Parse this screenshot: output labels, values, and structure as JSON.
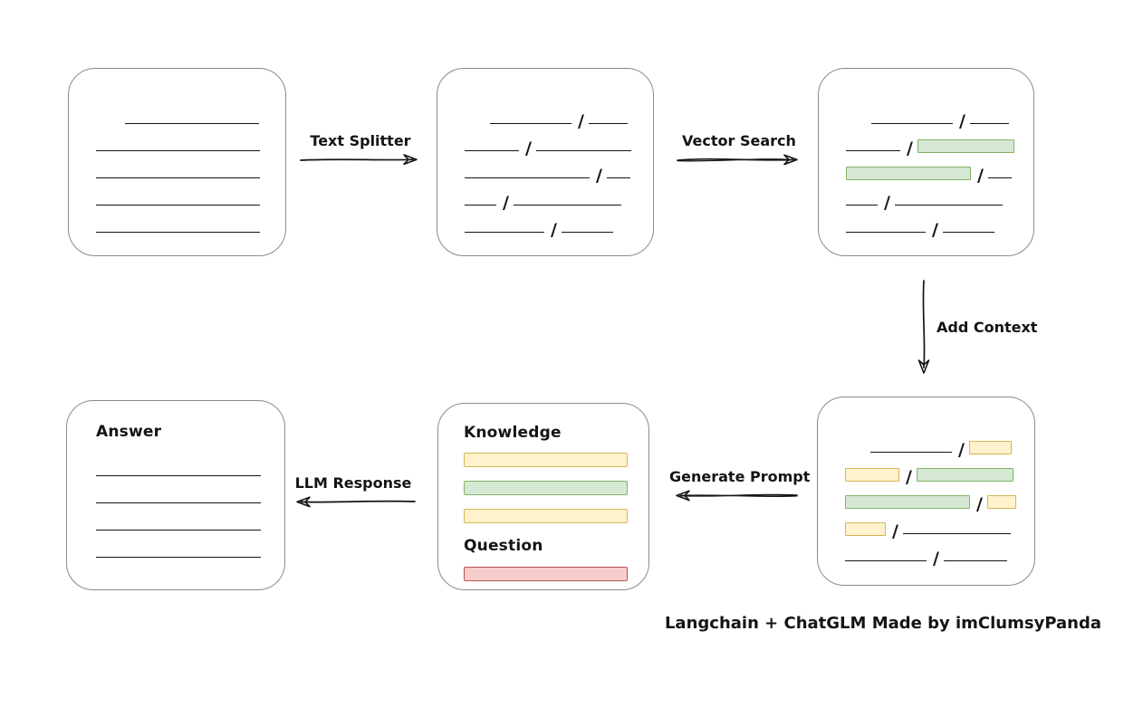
{
  "diagram": {
    "slash": "/",
    "credit": "Langchain + ChatGLM Made by imClumsyPanda",
    "colors": {
      "line": "#141414",
      "box_border": "#8c8c8c",
      "green_fill": "#d5e8d4",
      "green_border": "#82b366",
      "yellow_fill": "#fff2cc",
      "yellow_border": "#d6b656",
      "red_fill": "#f8cecc",
      "red_border": "#b85450"
    },
    "arrows": [
      {
        "id": "text-splitter",
        "label": "Text Splitter",
        "direction": "right"
      },
      {
        "id": "vector-search",
        "label": "Vector Search",
        "direction": "right"
      },
      {
        "id": "add-context",
        "label": "Add Context",
        "direction": "down"
      },
      {
        "id": "generate-prompt",
        "label": "Generate Prompt",
        "direction": "left"
      },
      {
        "id": "llm-response",
        "label": "LLM Response",
        "direction": "left"
      }
    ],
    "boxes": {
      "document": {
        "rows": [
          [
            {
              "t": "gap",
              "w": 32
            },
            {
              "t": "line",
              "w": 148
            }
          ],
          [
            {
              "t": "line",
              "w": 181
            }
          ],
          [
            {
              "t": "line",
              "w": 181
            }
          ],
          [
            {
              "t": "line",
              "w": 181
            }
          ],
          [
            {
              "t": "line",
              "w": 181
            }
          ]
        ]
      },
      "chunks": {
        "rows": [
          [
            {
              "t": "gap",
              "w": 28
            },
            {
              "t": "line",
              "w": 90
            },
            {
              "t": "slash"
            },
            {
              "t": "line",
              "w": 43
            }
          ],
          [
            {
              "t": "line",
              "w": 60
            },
            {
              "t": "slash"
            },
            {
              "t": "line",
              "w": 105
            }
          ],
          [
            {
              "t": "line",
              "w": 138
            },
            {
              "t": "slash"
            },
            {
              "t": "line",
              "w": 26
            }
          ],
          [
            {
              "t": "line",
              "w": 35
            },
            {
              "t": "slash"
            },
            {
              "t": "line",
              "w": 119
            }
          ],
          [
            {
              "t": "line",
              "w": 88
            },
            {
              "t": "slash"
            },
            {
              "t": "line",
              "w": 57
            }
          ]
        ]
      },
      "matched_chunks": {
        "rows": [
          [
            {
              "t": "gap",
              "w": 28
            },
            {
              "t": "line",
              "w": 90
            },
            {
              "t": "slash"
            },
            {
              "t": "line",
              "w": 43
            }
          ],
          [
            {
              "t": "line",
              "w": 60
            },
            {
              "t": "slash"
            },
            {
              "t": "green",
              "w": 107
            }
          ],
          [
            {
              "t": "green",
              "w": 138
            },
            {
              "t": "slash"
            },
            {
              "t": "line",
              "w": 26
            }
          ],
          [
            {
              "t": "line",
              "w": 35
            },
            {
              "t": "slash"
            },
            {
              "t": "line",
              "w": 119
            }
          ],
          [
            {
              "t": "line",
              "w": 88
            },
            {
              "t": "slash"
            },
            {
              "t": "line",
              "w": 57
            }
          ]
        ]
      },
      "context": {
        "rows": [
          [
            {
              "t": "gap",
              "w": 28
            },
            {
              "t": "line",
              "w": 90
            },
            {
              "t": "slash"
            },
            {
              "t": "yellow",
              "w": 47
            }
          ],
          [
            {
              "t": "yellow",
              "w": 60
            },
            {
              "t": "slash"
            },
            {
              "t": "green",
              "w": 107
            }
          ],
          [
            {
              "t": "green",
              "w": 138
            },
            {
              "t": "slash"
            },
            {
              "t": "yellow",
              "w": 32
            }
          ],
          [
            {
              "t": "yellow",
              "w": 45
            },
            {
              "t": "slash"
            },
            {
              "t": "line",
              "w": 119
            }
          ],
          [
            {
              "t": "line",
              "w": 90
            },
            {
              "t": "slash"
            },
            {
              "t": "line",
              "w": 70
            }
          ]
        ]
      },
      "prompt": {
        "knowledge_label": "Knowledge",
        "question_label": "Question",
        "knowledge_bars": [
          "yellow",
          "green",
          "yellow"
        ],
        "question_bars": [
          "red"
        ]
      },
      "answer": {
        "label": "Answer",
        "rows": [
          [
            {
              "t": "line",
              "w": 182
            }
          ],
          [
            {
              "t": "line",
              "w": 182
            }
          ],
          [
            {
              "t": "line",
              "w": 182
            }
          ],
          [
            {
              "t": "line",
              "w": 182
            }
          ]
        ]
      }
    }
  }
}
